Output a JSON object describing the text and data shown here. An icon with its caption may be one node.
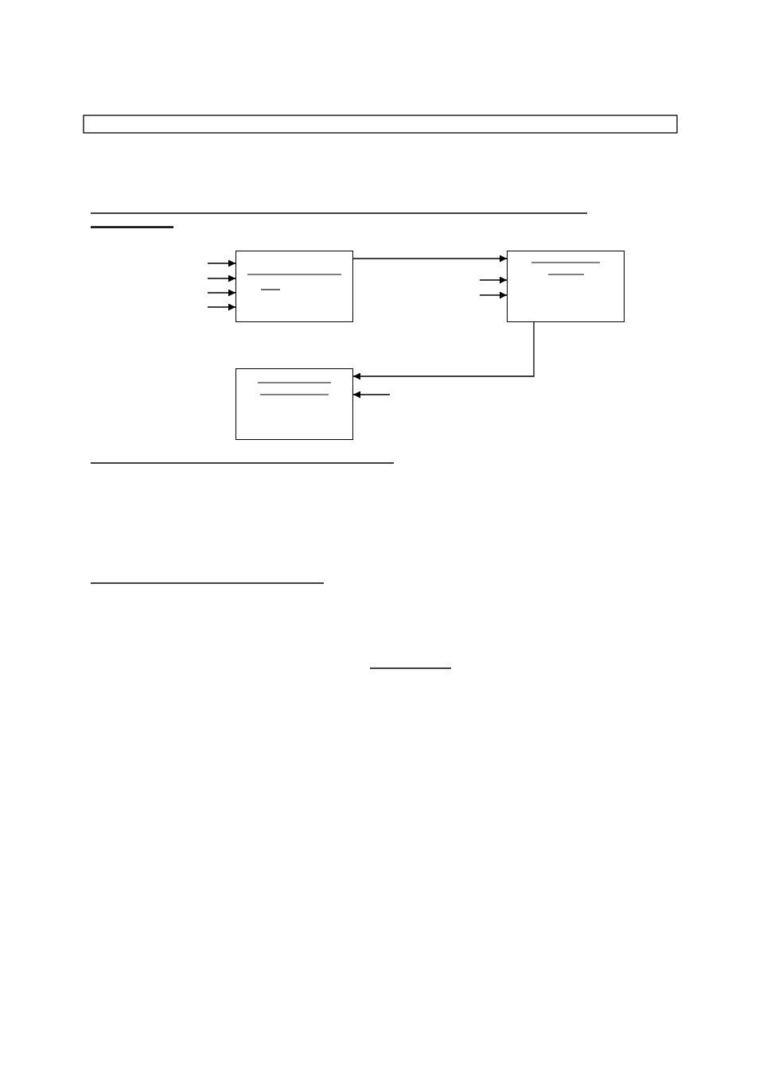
{
  "diagram": {
    "nodes": [
      {
        "text": [],
        "shape": "box"
      },
      {
        "text": [],
        "shape": "box"
      },
      {
        "text": [],
        "shape": "box"
      }
    ],
    "edges": [
      {
        "from": null,
        "to": 0,
        "arrow": "to"
      },
      {
        "from": null,
        "to": 0,
        "arrow": "to"
      },
      {
        "from": null,
        "to": 0,
        "arrow": "to"
      },
      {
        "from": null,
        "to": 0,
        "arrow": "to"
      },
      {
        "from": 0,
        "to": 1,
        "arrow": "to"
      },
      {
        "from": null,
        "to": 1,
        "arrow": "to"
      },
      {
        "from": null,
        "to": 1,
        "arrow": "to"
      },
      {
        "from": 1,
        "to": 2,
        "arrow": "to"
      },
      {
        "from": null,
        "to": 2,
        "arrow": "to"
      }
    ]
  }
}
